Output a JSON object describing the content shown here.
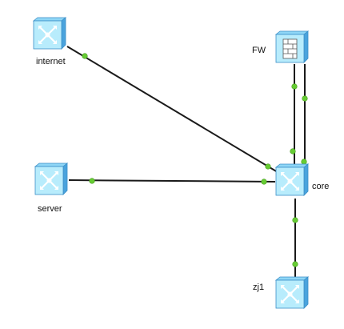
{
  "diagram": {
    "nodes": [
      {
        "id": "internet",
        "label": "internet",
        "kind": "l3-switch"
      },
      {
        "id": "server",
        "label": "server",
        "kind": "l3-switch"
      },
      {
        "id": "fw",
        "label": "FW",
        "kind": "firewall"
      },
      {
        "id": "core",
        "label": "core",
        "kind": "l3-switch"
      },
      {
        "id": "zj1",
        "label": "zj1",
        "kind": "l3-switch"
      }
    ],
    "links": [
      {
        "from": "internet",
        "to": "core"
      },
      {
        "from": "server",
        "to": "core"
      },
      {
        "from": "fw",
        "to": "core"
      },
      {
        "from": "fw",
        "to": "core"
      },
      {
        "from": "core",
        "to": "zj1"
      }
    ],
    "colors": {
      "device_front": "#b8ecfc",
      "device_side": "#4aa3dd",
      "device_top": "#8fd6f6",
      "link": "#1a1a1a",
      "port": "#66cc33"
    }
  }
}
